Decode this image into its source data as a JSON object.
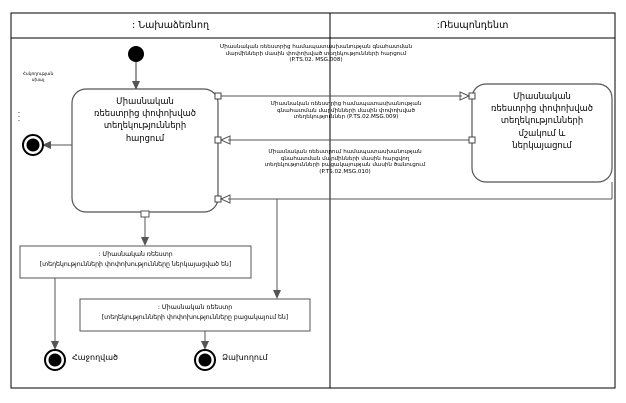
{
  "diagram": {
    "type": "uml-activity-diagram",
    "swimlanes": [
      {
        "id": "initiator",
        "title": ": Նախաձեռնող"
      },
      {
        "id": "respondent",
        "title": ":Ռեսպոնդենտ"
      }
    ],
    "corner_note": "Հսկողության\nսխալ",
    "activities": [
      {
        "id": "request-activity",
        "lane": "initiator",
        "label": "Միասնական\nռեեստրից փոփոխված\nտեղեկությունների\nհարցում"
      },
      {
        "id": "process-activity",
        "lane": "respondent",
        "label": "Միասնական\nռեեստրից փոփոխված\nտեղեկությունների\nմշակում և\nներկայացում"
      }
    ],
    "messages": [
      {
        "id": "msg-008",
        "direction": "left-to-right",
        "text": "Միասնական ռեեստրից համապատասխանության գնահատման\nմարմինների մասին փոփոխված տեղեկությունների հարցում\n(P.TS.02. MSG.008)"
      },
      {
        "id": "msg-009",
        "direction": "right-to-left",
        "text": "Միասնական ռեեստրից համապատասխանության\nգնահատման մարմինների մասին փոփոխված\nտեղեկություններ (P.TS.02.MSG.009)"
      },
      {
        "id": "msg-010",
        "direction": "right-to-left",
        "text": "Միասնական ռեեստրում համապատասխանության\nգնահատման մարմինների մասին հարցվող\nտեղեկությունների բացակայության մասին ծանուցում\n(P.TS.02.MSG.010)"
      }
    ],
    "notes": [
      {
        "id": "note-success",
        "line1": ": Միասնական ռեեստր",
        "line2": "[տեղեկությունների փոփոխությունները ներկայացված են]"
      },
      {
        "id": "note-empty",
        "line1": ": Միասնական ռեեստր",
        "line2": "[տեղեկությունների փոփոխությունները բացակայում են]"
      }
    ],
    "end_states": [
      {
        "id": "end-success",
        "label": "Հաջողված"
      },
      {
        "id": "end-failure",
        "label": "Ձախողում"
      }
    ],
    "colors": {
      "line": "#000000",
      "node_fill": "#000000",
      "background": "#ffffff",
      "box_stroke": "#555555"
    }
  }
}
